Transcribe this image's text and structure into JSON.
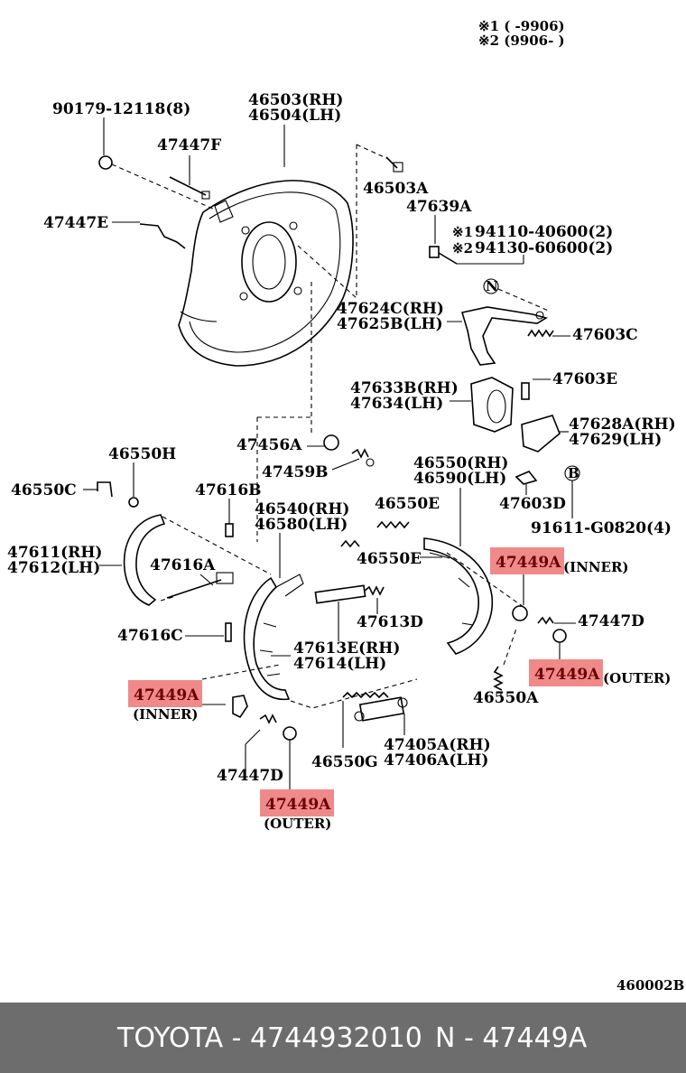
{
  "notes": {
    "line1": "※1 (      -9906)",
    "line2": "※2 (9906-      )"
  },
  "labels": {
    "l90179": "90179-12118(8)",
    "l46503": "46503(RH)",
    "l46504": "46504(LH)",
    "l47447F": "47447F",
    "l47447E": "47447E",
    "l46503A": "46503A",
    "l47639A": "47639A",
    "l94110": "94110-40600(2)",
    "l94130": "94130-60600(2)",
    "mark1": "※1",
    "mark2": "※2",
    "circleN": "N",
    "circleB": "B",
    "l47624C": "47624C(RH)",
    "l47625B": "47625B(LH)",
    "l47603C": "47603C",
    "l47633B": "47633B(RH)",
    "l47634": "47634(LH)",
    "l47603E": "47603E",
    "l47628A": "47628A(RH)",
    "l47629": "47629(LH)",
    "l47456A": "47456A",
    "l47459B": "47459B",
    "l46550H": "46550H",
    "l46550C": "46550C",
    "l47616B": "47616B",
    "l46540": "46540(RH)",
    "l46580": "46580(LH)",
    "l46550RH": "46550(RH)",
    "l46590": "46590(LH)",
    "l47603D": "47603D",
    "l91611": "91611-G0820(4)",
    "l46550E1": "46550E",
    "l46550E2": "46550E",
    "l47611": "47611(RH)",
    "l47612": "47612(LH)",
    "l47616A": "47616A",
    "l47616C": "47616C",
    "l47613D": "47613D",
    "l47613E": "47613E(RH)",
    "l47614": "47614(LH)",
    "l47447D1": "47447D",
    "l47447D2": "47447D",
    "l46550A": "46550A",
    "l46550G": "46550G",
    "l47405A": "47405A(RH)",
    "l47406A": "47406A(LH)",
    "figId": "460002B"
  },
  "highlighted": {
    "partNumber": "47449A",
    "inner": "(INNER)",
    "outer": "(OUTER)",
    "color": "#f08a8a"
  },
  "footer": {
    "left": "TOYOTA - 4744932010",
    "right": "N - 47449A"
  }
}
